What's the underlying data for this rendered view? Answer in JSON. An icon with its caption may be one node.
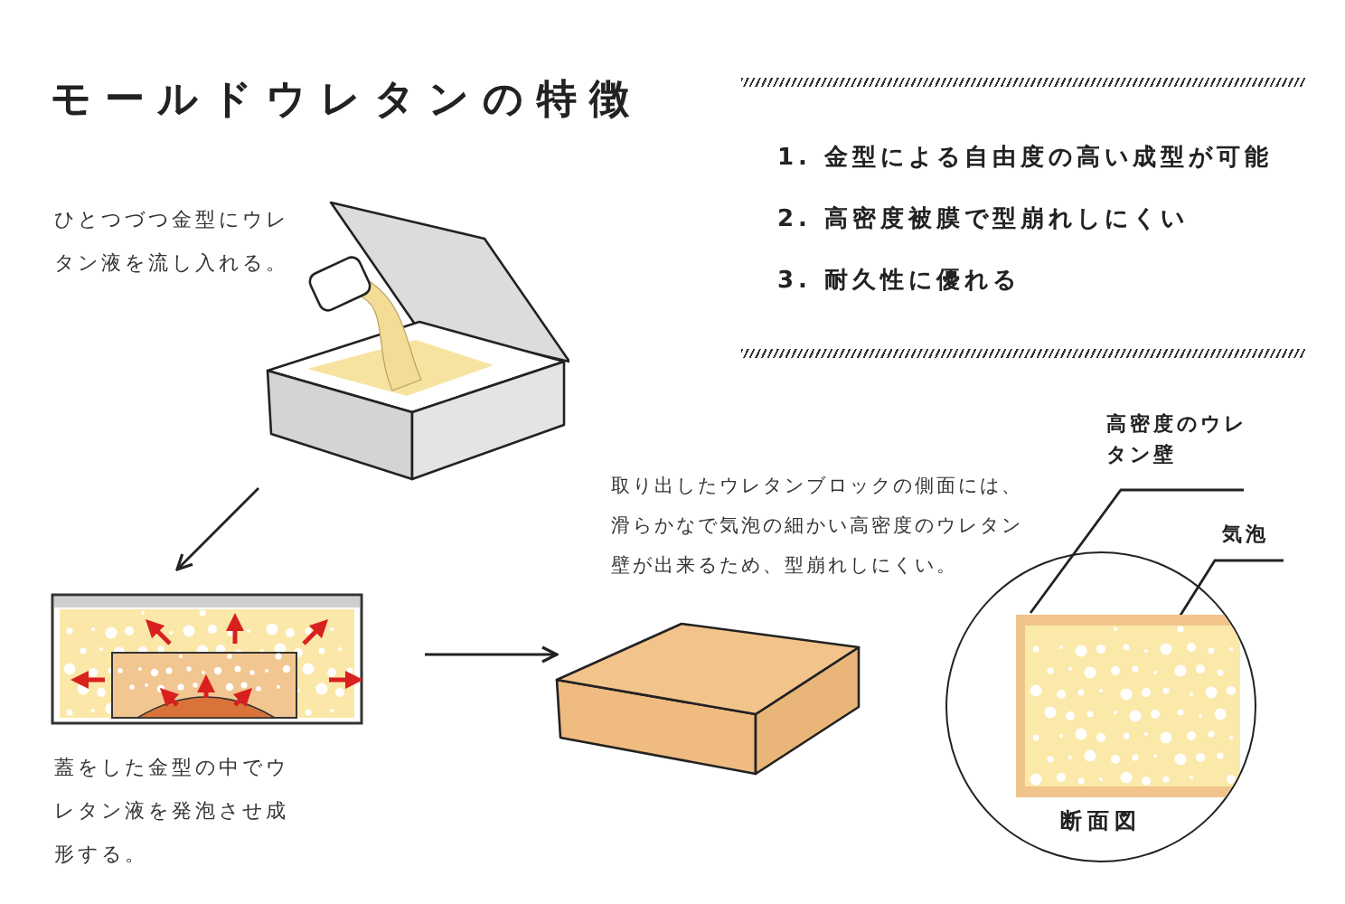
{
  "diagram": {
    "title": "モールドウレタンの特徴",
    "nodes": [
      {
        "text": [],
        "shape": "picture",
        "beside": [
          "ひとつづつ金型にウレタン液を流し入れる。"
        ]
      },
      {
        "text": [],
        "shape": "picture",
        "beside": [
          "蓋をした金型の中でウレタン液を発泡させ成形する。"
        ]
      },
      {
        "text": [],
        "shape": "picture",
        "beside": [
          "取り出したウレタンブロックの側面には、滑らかなで気泡の細かい高密度のウレタン壁が出来るため、型崩れしにくい。"
        ]
      },
      {
        "text": [
          "断面図"
        ]
      },
      {
        "text": [
          "高密度のウレタン壁"
        ]
      },
      {
        "text": [],
        "shape": "box",
        "in": 3
      },
      {
        "text": [
          "気泡"
        ]
      },
      {
        "text": [],
        "shape": "box",
        "in": 5
      }
    ],
    "edges": [
      {
        "from": 0,
        "to": 1,
        "arrow": "to"
      },
      {
        "from": 1,
        "to": 2,
        "arrow": "to"
      },
      {
        "from": 4,
        "to": 5,
        "arrow": "none"
      },
      {
        "from": 6,
        "to": 7,
        "arrow": "none"
      }
    ],
    "labels": [
      "1. 金型による自由度の高い成型が可能",
      "2. 高密度被膜で型崩れしにくい",
      "3. 耐久性に優れる"
    ]
  }
}
